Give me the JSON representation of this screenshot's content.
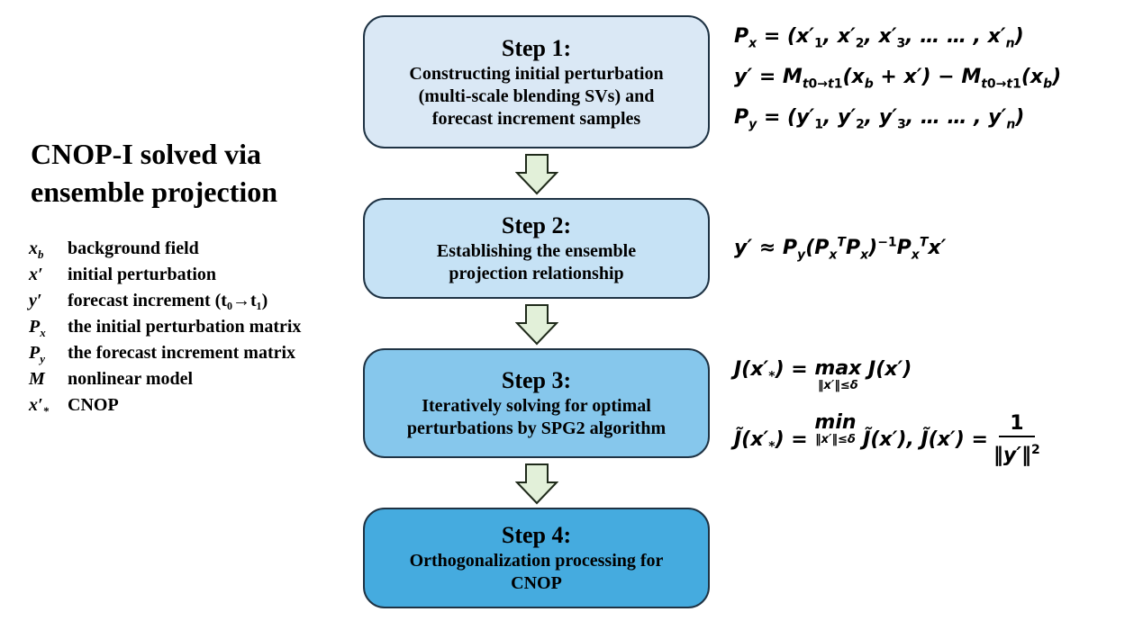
{
  "title": {
    "line1": "CNOP-I solved via",
    "line2": "ensemble projection"
  },
  "legend": [
    {
      "symbol": "x",
      "sub": "b",
      "sup": "",
      "label": "background field"
    },
    {
      "symbol": "x′",
      "sub": "",
      "sup": "",
      "label": "initial perturbation"
    },
    {
      "symbol": "y′",
      "sub": "",
      "sup": "",
      "label": "forecast increment (t₀→t₁)"
    },
    {
      "symbol": "P",
      "sub": "x",
      "sup": "",
      "label": "the initial perturbation matrix"
    },
    {
      "symbol": "P",
      "sub": "y",
      "sup": "",
      "label": "the forecast increment matrix"
    },
    {
      "symbol": "M",
      "sub": "",
      "sup": "",
      "label": "nonlinear model"
    },
    {
      "symbol": "x′",
      "sub": "*",
      "sup": "",
      "label": "CNOP"
    }
  ],
  "steps": [
    {
      "title": "Step 1:",
      "lines": [
        "Constructing initial perturbation",
        "(multi-scale blending SVs) and",
        "forecast increment samples"
      ],
      "color": "#dae8f5"
    },
    {
      "title": "Step 2:",
      "lines": [
        "Establishing the ensemble",
        "projection relationship"
      ],
      "color": "#c6e2f5"
    },
    {
      "title": "Step 3:",
      "lines": [
        "Iteratively solving for optimal",
        "perturbations by SPG2 algorithm"
      ],
      "color": "#86c7ec"
    },
    {
      "title": "Step 4:",
      "lines": [
        "Orthogonalization processing for",
        "CNOP"
      ],
      "color": "#45abdf"
    }
  ],
  "arrow_color": "#e2f0d9",
  "equations": {
    "eq1": "P_x = (x′₁, x′₂, x′₃, … … , x′ₙ)",
    "eq2": "y′ = M_{t₀→t₁}(x_b + x′) − M_{t₀→t₁}(x_b)",
    "eq3": "P_y = (y′₁, y′₂, y′₃, … … , y′ₙ)",
    "eq4": "y′ ≈ P_y (P_xᵀ P_x)⁻¹ P_xᵀ x′",
    "eq5": "J(x′_*) = max_{‖x′‖≤δ} J(x′)",
    "eq6": "J̃(x′_*) = min_{‖x′‖≤δ} J̃(x′), J̃(x′) = 1 / ‖y′‖²"
  }
}
